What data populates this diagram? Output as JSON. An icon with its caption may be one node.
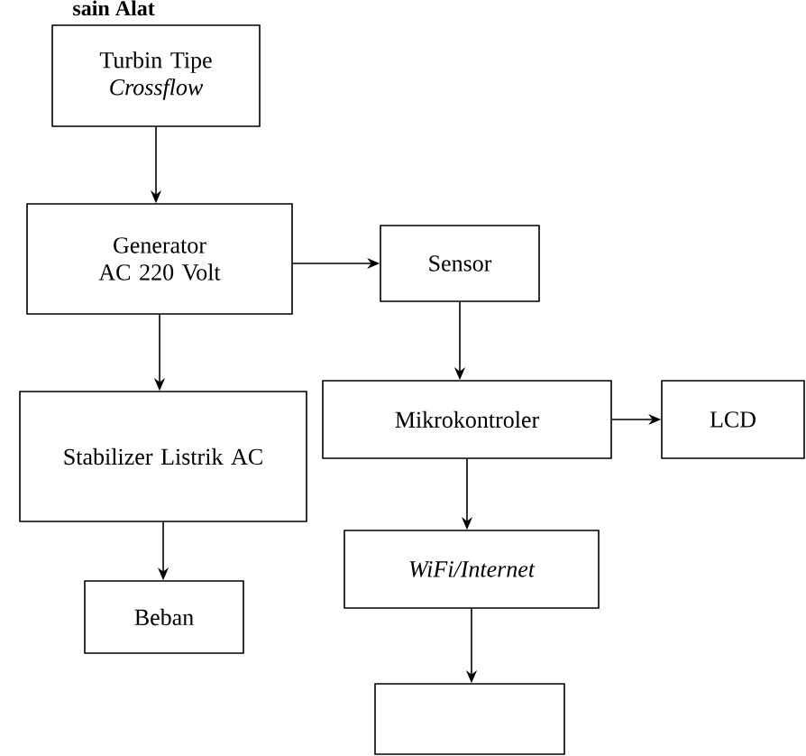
{
  "diagram": {
    "title": "sain Alat",
    "nodes": [
      {
        "text": [
          "Turbin Tipe *Crossflow*"
        ]
      },
      {
        "text": [
          "Generator AC 220 Volt"
        ]
      },
      {
        "text": [
          "Sensor"
        ]
      },
      {
        "text": [
          "Stabilizer Listrik AC"
        ]
      },
      {
        "text": [
          "Mikrokontroler"
        ]
      },
      {
        "text": [
          "LCD"
        ]
      },
      {
        "text": [
          "Beban"
        ]
      },
      {
        "text": [
          "WiFi/Internet"
        ]
      },
      {
        "text": [],
        "shape": "box"
      }
    ],
    "edges": [
      {
        "from": 0,
        "to": 1,
        "arrow": "to"
      },
      {
        "from": 1,
        "to": 2,
        "arrow": "to"
      },
      {
        "from": 1,
        "to": 3,
        "arrow": "to"
      },
      {
        "from": 2,
        "to": 4,
        "arrow": "to"
      },
      {
        "from": 4,
        "to": 5,
        "arrow": "to"
      },
      {
        "from": 3,
        "to": 6,
        "arrow": "to"
      },
      {
        "from": 4,
        "to": 7,
        "arrow": "to"
      },
      {
        "from": 7,
        "to": 8,
        "arrow": "to"
      }
    ]
  }
}
